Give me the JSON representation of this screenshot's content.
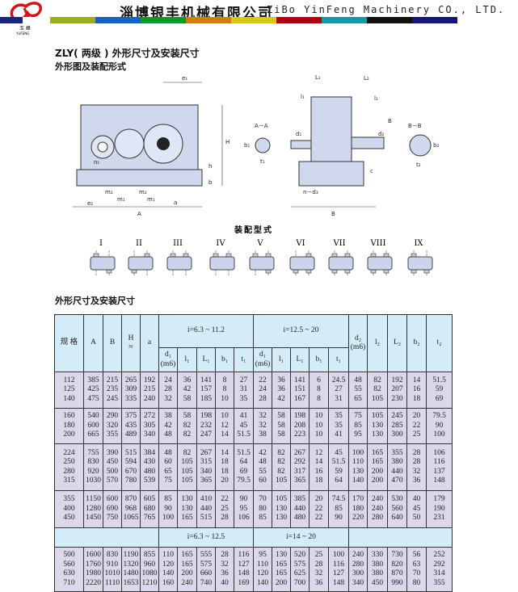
{
  "header": {
    "logo_text": "玉 峰",
    "logo_sub": "YUFENG",
    "company_cn": "淄博银丰机械有限公司",
    "company_en": "ZiBo YinFeng Machinery CO., LTD.",
    "colorbar": [
      "#1a237e",
      "#ffffff",
      "#9aae1e",
      "#1565c0",
      "#0a9a2a",
      "#d08010",
      "#d8c81a",
      "#b00010",
      "#1598a8",
      "#111111",
      "#15157a"
    ]
  },
  "titles": {
    "main": "ZLY( 两级 ) 外形尺寸及安装尺寸",
    "drawing": "外形图及装配形式",
    "assembly": "装配型式",
    "table": "外形尺寸及安装尺寸"
  },
  "drawing_labels": {
    "section_aa": "A－A",
    "section_bb": "B－B",
    "front": [
      "e₁",
      "H",
      "h",
      "n₁",
      "m₂",
      "m₁",
      "m₂",
      "m₁",
      "e₂",
      "A",
      "b",
      "a"
    ],
    "side": [
      "L₁",
      "L₂",
      "l₁",
      "l₂",
      "B",
      "B",
      "n－d₃",
      "c",
      "d₁",
      "d₂",
      "t₁",
      "b₁",
      "t₂",
      "b₂"
    ]
  },
  "assembly_types": [
    "I",
    "II",
    "III",
    "IV",
    "V",
    "VI",
    "VII",
    "VIII",
    "IX"
  ],
  "table": {
    "head": {
      "spec": "规 格",
      "A": "A",
      "B": "B",
      "H": "H",
      "H_sub": "≈",
      "a": "a",
      "group1": "i=6.3 ~ 11.2",
      "group2": "i=12.5 ~ 20",
      "group3": "i=6.3 ~ 12.5",
      "group4": "i=14 ~ 20",
      "d1": "d₁",
      "m6": "(m6)",
      "l1": "l₁",
      "L1": "L₁",
      "b1": "b₁",
      "t1": "t₁",
      "d2": "d₂",
      "l2": "l₂",
      "L2": "L₂",
      "b2": "b₂",
      "t2": "t₂"
    },
    "groups": [
      {
        "rows": [
          [
            "112",
            "385",
            "215",
            "265",
            "192",
            "24",
            "36",
            "141",
            "8",
            "27",
            "22",
            "36",
            "141",
            "6",
            "24.5",
            "48",
            "82",
            "192",
            "14",
            "51.5"
          ],
          [
            "125",
            "425",
            "235",
            "309",
            "215",
            "28",
            "42",
            "157",
            "8",
            "31",
            "24",
            "36",
            "151",
            "8",
            "27",
            "55",
            "82",
            "207",
            "16",
            "59"
          ],
          [
            "140",
            "475",
            "245",
            "335",
            "240",
            "32",
            "58",
            "185",
            "10",
            "35",
            "28",
            "42",
            "167",
            "8",
            "31",
            "65",
            "105",
            "230",
            "18",
            "69"
          ]
        ]
      },
      {
        "rows": [
          [
            "160",
            "540",
            "290",
            "375",
            "272",
            "38",
            "58",
            "198",
            "10",
            "41",
            "32",
            "58",
            "198",
            "10",
            "35",
            "75",
            "105",
            "245",
            "20",
            "79.5"
          ],
          [
            "180",
            "600",
            "320",
            "435",
            "305",
            "42",
            "82",
            "232",
            "12",
            "45",
            "32",
            "58",
            "208",
            "10",
            "35",
            "85",
            "130",
            "285",
            "22",
            "90"
          ],
          [
            "200",
            "665",
            "355",
            "489",
            "340",
            "48",
            "82",
            "247",
            "14",
            "51.5",
            "38",
            "58",
            "223",
            "10",
            "41",
            "95",
            "130",
            "300",
            "25",
            "100"
          ]
        ]
      },
      {
        "rows": [
          [
            "224",
            "755",
            "390",
            "515",
            "384",
            "48",
            "82",
            "267",
            "14",
            "51.5",
            "42",
            "82",
            "267",
            "12",
            "45",
            "100",
            "165",
            "355",
            "28",
            "106"
          ],
          [
            "250",
            "830",
            "450",
            "594",
            "430",
            "60",
            "105",
            "315",
            "18",
            "64",
            "48",
            "82",
            "292",
            "14",
            "51.5",
            "110",
            "165",
            "380",
            "28",
            "116"
          ],
          [
            "280",
            "920",
            "500",
            "670",
            "480",
            "65",
            "105",
            "340",
            "18",
            "69",
            "55",
            "82",
            "317",
            "16",
            "59",
            "130",
            "200",
            "440",
            "32",
            "137"
          ],
          [
            "315",
            "1030",
            "570",
            "780",
            "539",
            "75",
            "105",
            "365",
            "20",
            "79.5",
            "60",
            "105",
            "365",
            "18",
            "64",
            "140",
            "200",
            "470",
            "36",
            "148"
          ]
        ]
      },
      {
        "rows": [
          [
            "355",
            "1150",
            "600",
            "870",
            "605",
            "85",
            "130",
            "410",
            "22",
            "90",
            "70",
            "105",
            "385",
            "20",
            "74.5",
            "170",
            "240",
            "530",
            "40",
            "179"
          ],
          [
            "400",
            "1280",
            "690",
            "968",
            "680",
            "90",
            "130",
            "440",
            "25",
            "95",
            "80",
            "130",
            "440",
            "22",
            "85",
            "180",
            "240",
            "560",
            "45",
            "190"
          ],
          [
            "450",
            "1450",
            "750",
            "1065",
            "765",
            "100",
            "165",
            "515",
            "28",
            "106",
            "85",
            "130",
            "480",
            "22",
            "90",
            "220",
            "280",
            "640",
            "50",
            "231"
          ]
        ]
      },
      {
        "rows": [
          [
            "500",
            "1600",
            "830",
            "1190",
            "855",
            "110",
            "165",
            "555",
            "28",
            "116",
            "95",
            "130",
            "520",
            "25",
            "100",
            "240",
            "330",
            "730",
            "56",
            "252"
          ],
          [
            "560",
            "1760",
            "910",
            "1320",
            "960",
            "120",
            "165",
            "575",
            "32",
            "127",
            "110",
            "165",
            "575",
            "28",
            "116",
            "280",
            "380",
            "820",
            "63",
            "292"
          ],
          [
            "630",
            "1980",
            "1010",
            "1480",
            "1080",
            "140",
            "200",
            "660",
            "36",
            "148",
            "120",
            "165",
            "625",
            "32",
            "127",
            "300",
            "380",
            "870",
            "70",
            "314"
          ],
          [
            "710",
            "2220",
            "1110",
            "1653",
            "1210",
            "160",
            "240",
            "740",
            "40",
            "169",
            "140",
            "200",
            "700",
            "36",
            "148",
            "340",
            "450",
            "990",
            "80",
            "355"
          ]
        ]
      }
    ]
  }
}
